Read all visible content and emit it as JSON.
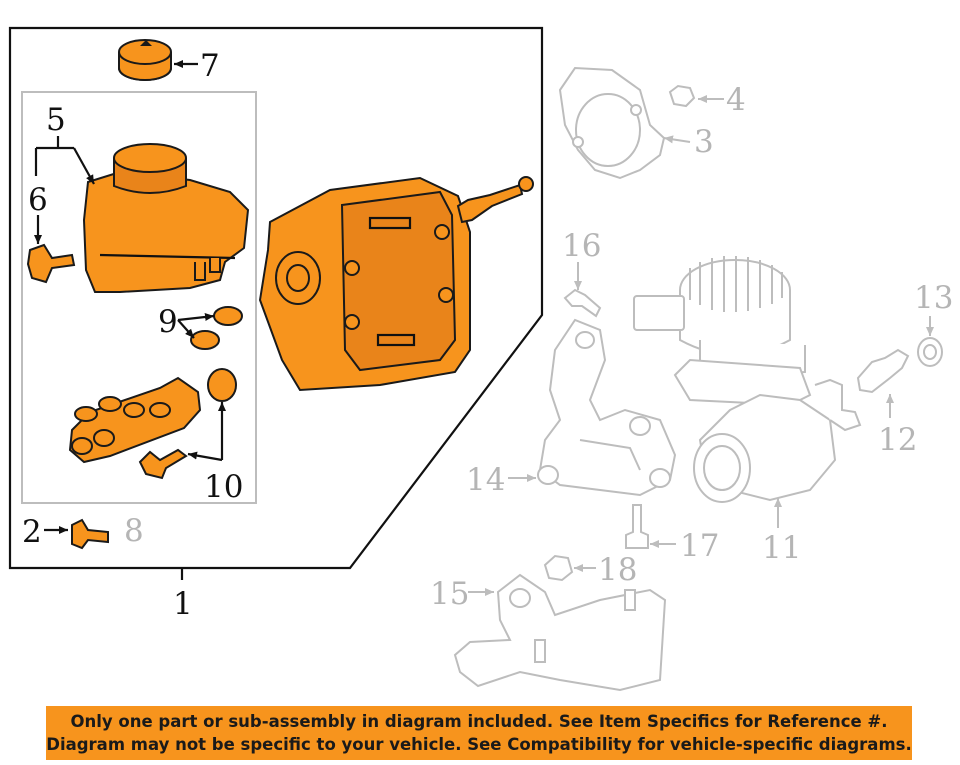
{
  "callouts": {
    "c1": "1",
    "c2": "2",
    "c3": "3",
    "c4": "4",
    "c5": "5",
    "c6": "6",
    "c7": "7",
    "c8": "8",
    "c9": "9",
    "c10": "10",
    "c11": "11",
    "c12": "12",
    "c13": "13",
    "c14": "14",
    "c15": "15",
    "c16": "16",
    "c17": "17",
    "c18": "18"
  },
  "banner": {
    "line1": "Only one part or sub-assembly in diagram included. See Item Specifics for Reference #.",
    "line2": "Diagram may not be specific to your vehicle. See Compatibility for vehicle-specific diagrams."
  },
  "colors": {
    "highlight": "#f7941d",
    "ghost_line": "#bdbdbd",
    "ink": "#111111"
  }
}
